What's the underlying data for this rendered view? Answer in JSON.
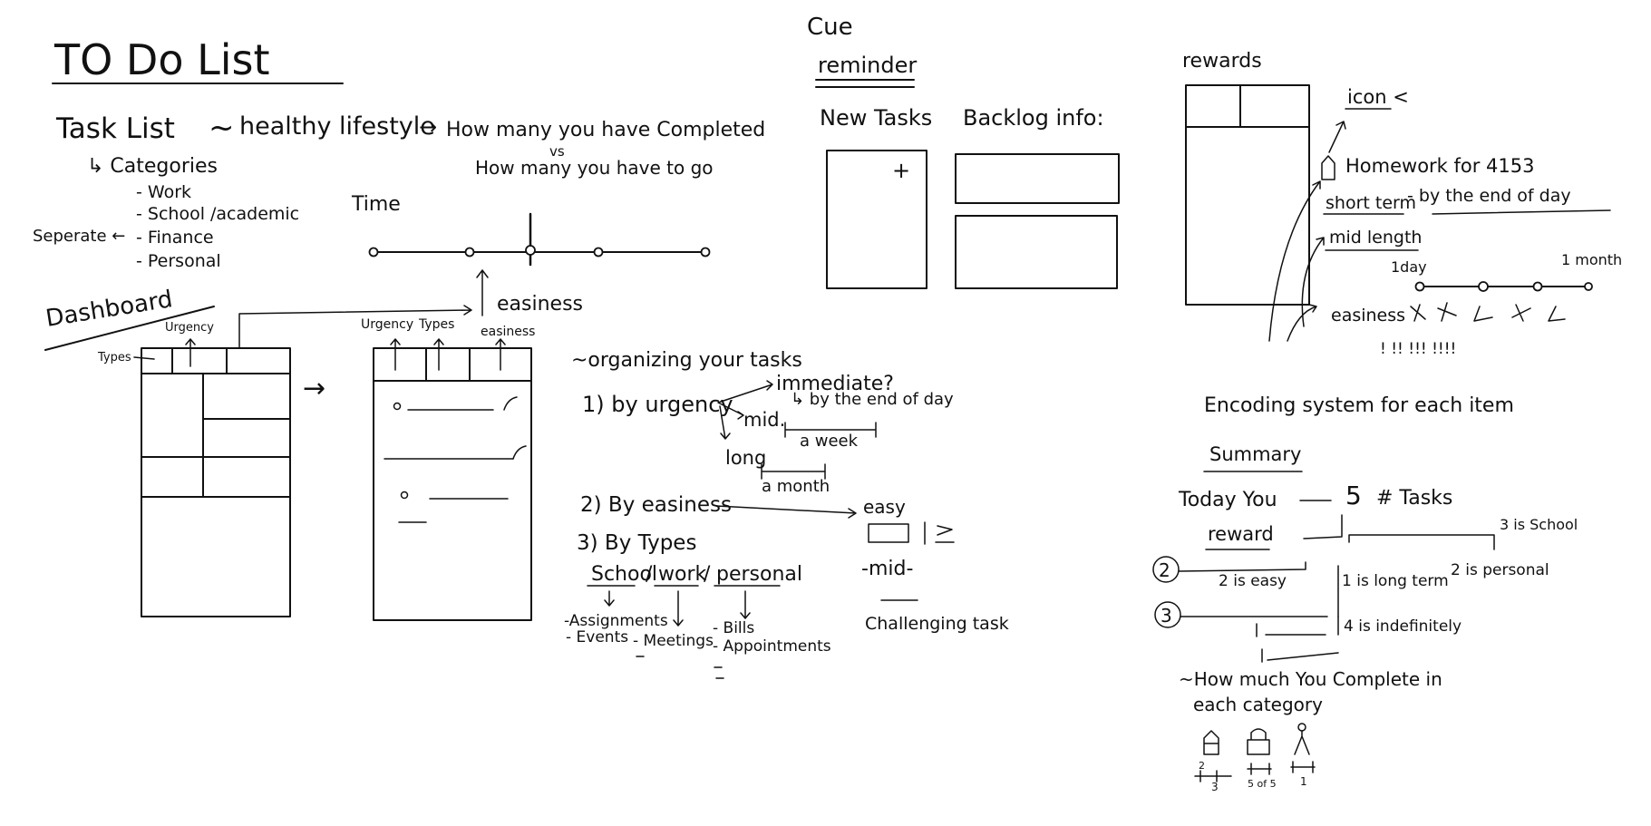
{
  "header": {
    "title": "TO Do List",
    "task_list": "Task List",
    "tilde": "~",
    "healthy_lifestyle": "healthy lifestyle",
    "arrow": "→",
    "completed": "How many you have Completed",
    "vs": "vs",
    "to_go": "How many you have to go",
    "categories": "↳ Categories",
    "cat_items": [
      "- Work",
      "- School /academic",
      "- Finance",
      "- Personal"
    ],
    "seperate": "Seperate ←"
  },
  "time": {
    "label": "Time",
    "easiness_main": "easiness",
    "easiness_small": "easiness"
  },
  "dashboard": {
    "label": "Dashboard",
    "urgency": "Urgency",
    "types": "Types",
    "types_left": "Types",
    "arrow": "→"
  },
  "cue": {
    "title": "Cue",
    "reminder": "reminder",
    "new_tasks": "New Tasks",
    "backlog": "Backlog info:",
    "plus": "+"
  },
  "organizing": {
    "title": "~organizing your tasks",
    "urgency": "1) by urgency",
    "immediate": "immediate?",
    "end_of_day": "↳ by the end of day",
    "mid": "mid.",
    "a_week": "a week",
    "long": "long",
    "a_month": "a month",
    "easiness": "2) By easiness",
    "easy": "easy",
    "mid_dash": "-mid-",
    "challenging": "Challenging task",
    "types": "3) By Types",
    "school": "School",
    "work": "work",
    "personal": "personal",
    "slash": "/",
    "school_items": [
      "-Assignments",
      "- Events"
    ],
    "work_items": [
      "- Meetings"
    ],
    "personal_items": [
      "- Bills",
      "- Appointments"
    ]
  },
  "rewards": {
    "title": "rewards",
    "icon": "icon <",
    "homework": "Homework for 4153",
    "short_term": "short term",
    "by_end": "- by the end of day",
    "mid_length": "mid length",
    "one_day": "1day",
    "one_month": "1 month",
    "easiness": "easiness",
    "marks": "! !! !!! !!!!"
  },
  "encoding": {
    "title": "Encoding system for each item",
    "summary": "Summary",
    "today_you": "Today You",
    "five": "5",
    "tasks": "# Tasks",
    "reward": "reward",
    "num_2": "2",
    "num_3": "3",
    "two_easy": "2 is easy",
    "one_long": "1 is long term",
    "two_personal": "2 is personal",
    "three_school": "3 is School",
    "four_indef": "4 is indefinitely",
    "how_much": "~How much You Complete in",
    "each_category": "each category",
    "fracs": [
      "2",
      "3",
      "5 of 5",
      "1"
    ]
  },
  "colors": {
    "ink": "#111111",
    "paper": "#ffffff"
  },
  "icons": [
    "plus-icon",
    "house-icon",
    "lock-icon",
    "person-icon",
    "arrow-icon"
  ]
}
